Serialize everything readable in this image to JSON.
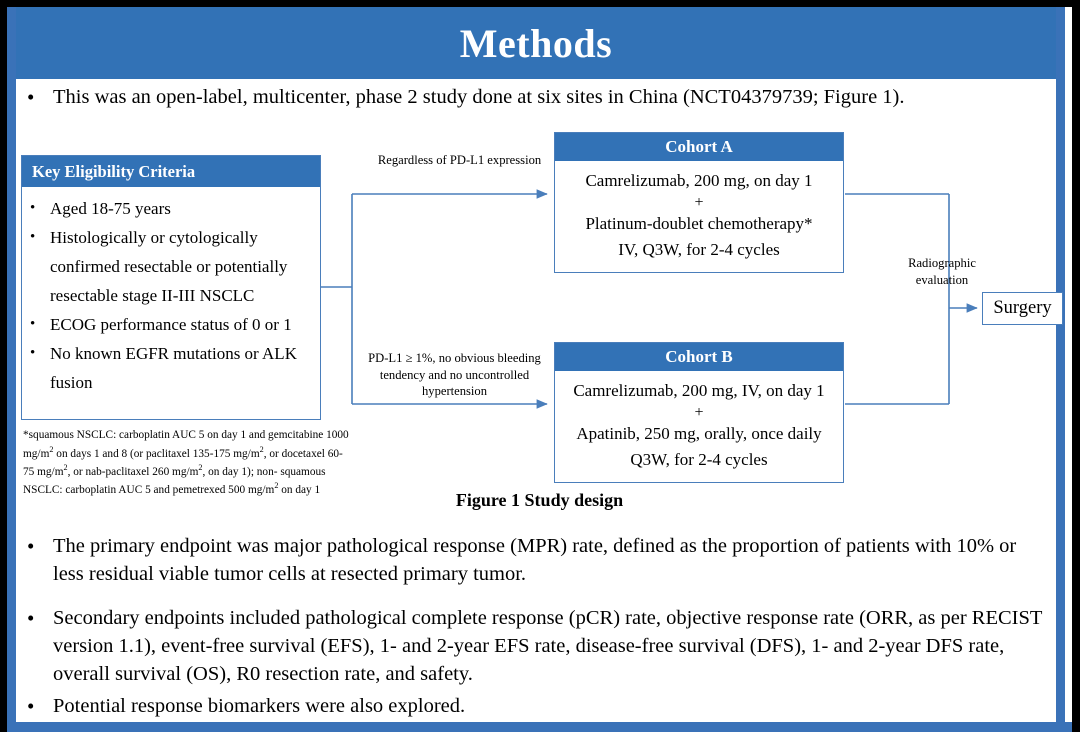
{
  "slide": {
    "title": "Methods",
    "accent_color": "#3272b6",
    "border_color": "#4a7ebb",
    "frame_color": "#000000"
  },
  "bullets": {
    "intro": "This was an open-label, multicenter, phase 2 study done at six sites in China (NCT04379739; Figure 1).",
    "primary_endpoint": "The primary endpoint was major pathological response (MPR) rate, defined as the proportion of patients with 10% or less residual viable tumor cells at resected primary tumor.",
    "secondary_endpoints": "Secondary endpoints included pathological complete response (pCR) rate, objective response rate (ORR, as per RECIST version 1.1), event-free survival (EFS), 1- and 2-year EFS rate, disease-free survival (DFS), 1- and 2-year DFS rate, overall survival (OS), R0 resection rate, and safety.",
    "biomarkers": "Potential response biomarkers were also explored.",
    "marker": "•"
  },
  "figure": {
    "caption": "Figure 1 Study design",
    "eligibility": {
      "title": "Key  Eligibility Criteria",
      "marker": "•",
      "items": [
        "Aged 18-75 years",
        "Histologically or cytologically confirmed resectable or potentially resectable stage II-III  NSCLC",
        "ECOG performance status of 0 or 1",
        "No known EGFR mutations or ALK fusion"
      ]
    },
    "footnote": {
      "line1_a": "*squamous NSCLC: carboplatin AUC 5 on day 1 and gemcitabine 1000 mg/m",
      "line1_sup": "2",
      "line1_b": " on days 1 and 8 (or",
      "line2_a": "paclitaxel  135-175  mg/m",
      "line2_sup1": "2",
      "line2_b": ", or docetaxel 60-75 mg/m",
      "line2_sup2": "2",
      "line2_c": ", or nab-paclitaxel 260 mg/m",
      "line2_sup3": "2",
      "line2_d": ", on day 1); non-",
      "line3_a": "squamous NSCLC: carboplatin AUC 5 and pemetrexed 500 mg/m",
      "line3_sup": "2",
      "line3_b": " on day 1"
    },
    "cohort_a": {
      "title": "Cohort A",
      "line1": "Camrelizumab, 200 mg, on day 1",
      "plus": "+",
      "line2": "Platinum-doublet chemotherapy*",
      "line3": "IV, Q3W, for 2-4 cycles"
    },
    "cohort_b": {
      "title": "Cohort B",
      "line1": "Camrelizumab, 200 mg, IV, on day 1",
      "plus": "+",
      "line2": "Apatinib, 250 mg, orally, once daily",
      "line3": "Q3W, for 2-4 cycles"
    },
    "connector_labels": {
      "top": "Regardless  of PD-L1 expression",
      "bottom": "PD-L1 ≥ 1%, no obvious bleeding tendency and no uncontrolled  hypertension",
      "right": "Radiographic evaluation"
    },
    "surgery": "Surgery"
  }
}
